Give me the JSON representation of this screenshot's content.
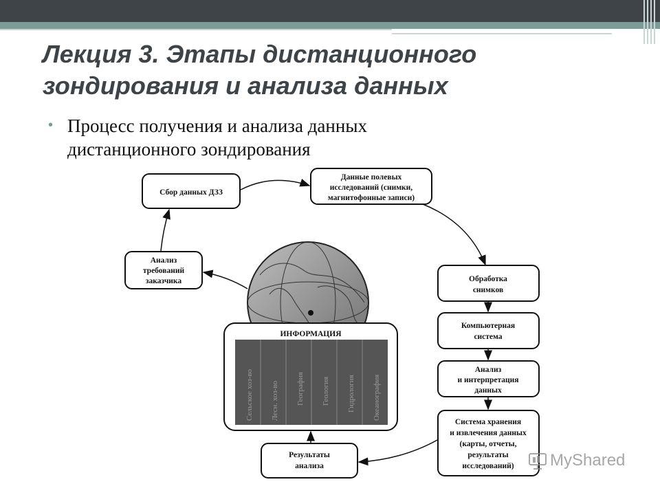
{
  "slide": {
    "title_line1": "Лекция 3. Этапы дистанционного",
    "title_line2": "зондирования и анализа данных",
    "bullet_line1": "Процесс получения и анализа данных",
    "bullet_line2": "дистанционного зондирования"
  },
  "diagram": {
    "collect": "Сбор данных ДЗЗ",
    "field": [
      "Данные полевых",
      "исследований (снимки,",
      "магнитофонные записи)"
    ],
    "processing": [
      "Обработка",
      "снимков"
    ],
    "computer": [
      "Компьютерная",
      "система"
    ],
    "analysis": [
      "Анализ",
      "и интерпретация",
      "данных"
    ],
    "storage": [
      "Система хранения",
      "и извлечения данных",
      "(карты, отчеты,",
      "результаты",
      "исследований)"
    ],
    "results": [
      "Результаты",
      "анализа"
    ],
    "requirements": [
      "Анализ",
      "требований",
      "заказчика"
    ],
    "info_label": "ИНФОРМАЦИЯ",
    "info_bands": [
      "Сельское хоз-во",
      "Лесн. хоз-во",
      "География",
      "Геология",
      "Гидрология",
      "Океанография"
    ]
  },
  "watermark": {
    "text": "MyShared",
    "icon": "myshared-logo-icon"
  },
  "colors": {
    "topbar": "#3f4449",
    "accent": "#7d9c98",
    "title": "#3e4347"
  }
}
